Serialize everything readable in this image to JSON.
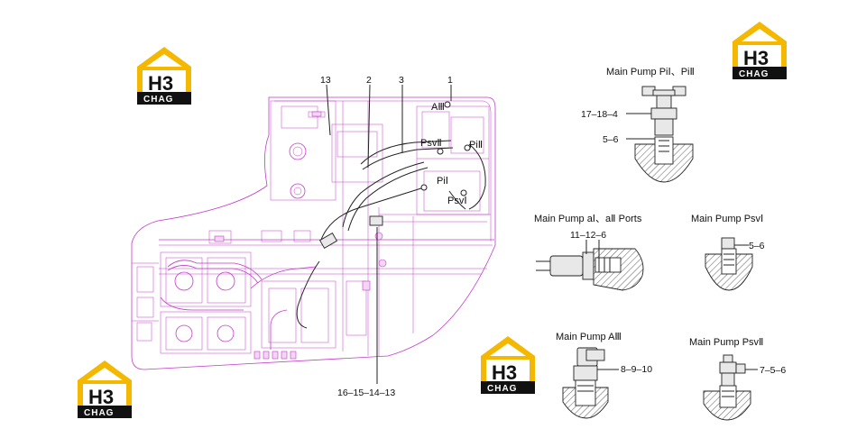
{
  "logo": {
    "letters": "H3",
    "word": "CHAG",
    "colors": {
      "yellow": "#f5b800",
      "dark": "#111111"
    }
  },
  "main_drawing": {
    "callouts_top": [
      "13",
      "2",
      "3",
      "1"
    ],
    "callout_bottom": "16–15–14–13",
    "port_labels": [
      "AⅢ",
      "PsvⅡ",
      "PiⅡ",
      "PiⅠ",
      "PsvⅠ"
    ]
  },
  "details": {
    "pi": {
      "title": "Main Pump PiⅠ、PiⅡ",
      "callout_a": "17–18–4",
      "callout_b": "5–6"
    },
    "a_ports": {
      "title": "Main Pump aⅠ、aⅡ Ports",
      "callout": "11–12–6"
    },
    "psv1": {
      "title": "Main Pump PsvⅠ",
      "callout": "5–6"
    },
    "a3": {
      "title": "Main Pump AⅢ",
      "callout": "8–9–10"
    },
    "psv2": {
      "title": "Main Pump PsvⅡ",
      "callout": "7–5–6"
    }
  }
}
